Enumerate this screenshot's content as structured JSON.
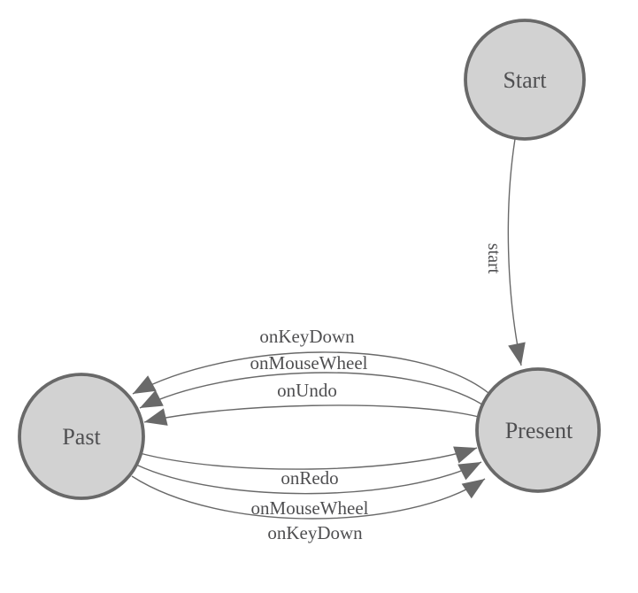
{
  "diagram": {
    "kind": "state-machine",
    "colors": {
      "background": "#ffffff",
      "node_fill": "#d2d2d2",
      "node_stroke": "#696969",
      "edge_stroke": "#696969",
      "arrow_fill": "#696969",
      "label_text": "#4f4f51"
    },
    "nodes": [
      {
        "id": "start",
        "label": "Start"
      },
      {
        "id": "past",
        "label": "Past"
      },
      {
        "id": "present",
        "label": "Present"
      }
    ],
    "edges": [
      {
        "from": "Start",
        "to": "Present",
        "label": "start"
      },
      {
        "from": "Present",
        "to": "Past",
        "label": "onKeyDown"
      },
      {
        "from": "Present",
        "to": "Past",
        "label": "onMouseWheel"
      },
      {
        "from": "Present",
        "to": "Past",
        "label": "onUndo"
      },
      {
        "from": "Past",
        "to": "Present",
        "label": "onRedo"
      },
      {
        "from": "Past",
        "to": "Present",
        "label": "onMouseWheel"
      },
      {
        "from": "Past",
        "to": "Present",
        "label": "onKeyDown"
      }
    ]
  }
}
